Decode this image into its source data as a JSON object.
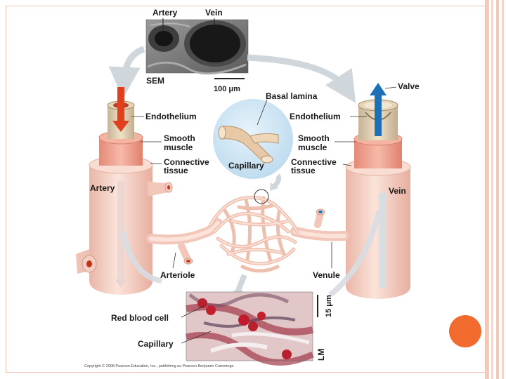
{
  "labels": {
    "artery_top": "Artery",
    "vein_top": "Vein",
    "sem": "SEM",
    "scale_sem": "100 μm",
    "valve": "Valve",
    "basal_lamina": "Basal lamina",
    "endothelium_left": "Endothelium",
    "endothelium_right": "Endothelium",
    "smooth_left_1": "Smooth",
    "smooth_left_2": "muscle",
    "smooth_right_1": "Smooth",
    "smooth_right_2": "muscle",
    "connective_left_1": "Connective",
    "connective_left_2": "tissue",
    "connective_right_1": "Connective",
    "connective_right_2": "tissue",
    "capillary_inset": "Capillary",
    "artery_side": "Artery",
    "vein_side": "Vein",
    "arteriole": "Arteriole",
    "venule": "Venule",
    "red_blood_cell": "Red blood cell",
    "capillary_bottom": "Capillary",
    "scale_lm": "15 μm",
    "lm": "LM"
  },
  "copyright": "Copyright © 2008 Pearson Education, Inc., publishing as Pearson Benjamin Cummings.",
  "colors": {
    "vessel_pink": "#f6d3c8",
    "smooth_muscle": "#ee9f8c",
    "artery_blood": "#e0401d",
    "vein_blood": "#1e6fb5",
    "accent_circle": "#f26b2e"
  }
}
